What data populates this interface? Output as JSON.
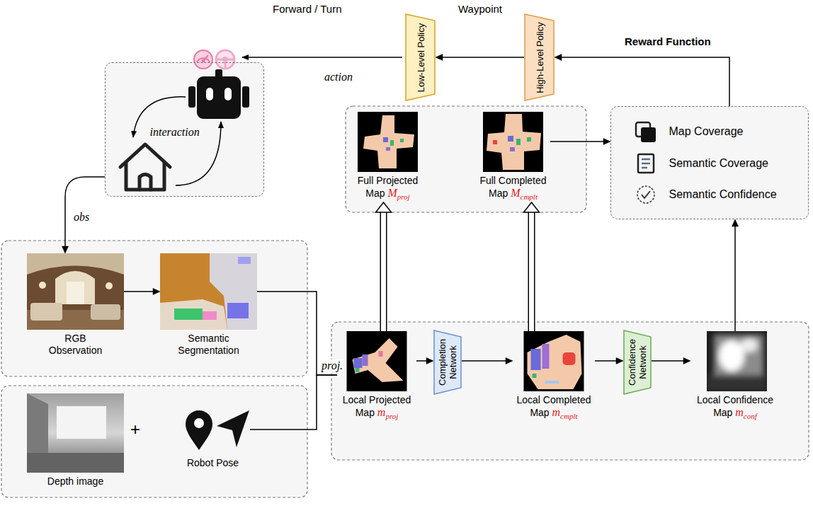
{
  "diagram": {
    "nodes": [
      {
        "text": [
          "Low-Level Policy"
        ]
      },
      {
        "text": [
          "High-Level Policy"
        ]
      },
      {
        "text": [
          "interaction"
        ]
      },
      {
        "text": [
          "RGB Observation"
        ]
      },
      {
        "text": [
          "Semantic Segmentation"
        ]
      },
      {
        "text": [
          "Depth image"
        ]
      },
      {
        "text": [
          "Robot Pose"
        ]
      },
      {
        "text": [
          "Full Projected Map",
          "M",
          "proj"
        ]
      },
      {
        "text": [
          "Full Completed Map",
          "M",
          "cmplt"
        ]
      },
      {
        "text": [
          "Map Coverage",
          "Semantic Coverage",
          "Semantic Confidence"
        ]
      },
      {
        "text": [
          "Local Projected Map",
          "m",
          "proj"
        ]
      },
      {
        "text": [
          "Completion Network"
        ]
      },
      {
        "text": [
          "Local Completed Map",
          "m",
          "cmplt"
        ]
      },
      {
        "text": [
          "Confidence Network"
        ]
      },
      {
        "text": [
          "Local Confidence Map",
          "m",
          "conf"
        ]
      }
    ],
    "edges": [
      {
        "from": 1,
        "to": 0,
        "arrow": "to",
        "label": "Waypoint"
      },
      {
        "from": 9,
        "to": 1,
        "arrow": "to",
        "label": "Reward Function"
      },
      {
        "from": 2,
        "to": 3,
        "arrow": "to",
        "label": "obs"
      },
      {
        "from": 3,
        "to": 4,
        "arrow": "to"
      },
      {
        "from": 4,
        "to": 10,
        "arrow": "none",
        "label": "proj."
      },
      {
        "from": 6,
        "to": 10,
        "arrow": "none"
      },
      {
        "from": 10,
        "to": 11,
        "arrow": "to"
      },
      {
        "from": 11,
        "to": 12,
        "arrow": "to"
      },
      {
        "from": 12,
        "to": 13,
        "arrow": "to"
      },
      {
        "from": 13,
        "to": 14,
        "arrow": "to"
      },
      {
        "from": 10,
        "to": 7,
        "arrow": "to"
      },
      {
        "from": 12,
        "to": 8,
        "arrow": "to"
      },
      {
        "from": 8,
        "to": 9,
        "arrow": "to"
      },
      {
        "from": 14,
        "to": 9,
        "arrow": "to"
      }
    ],
    "labels": [
      "Forward / Turn",
      "action",
      "+"
    ]
  }
}
